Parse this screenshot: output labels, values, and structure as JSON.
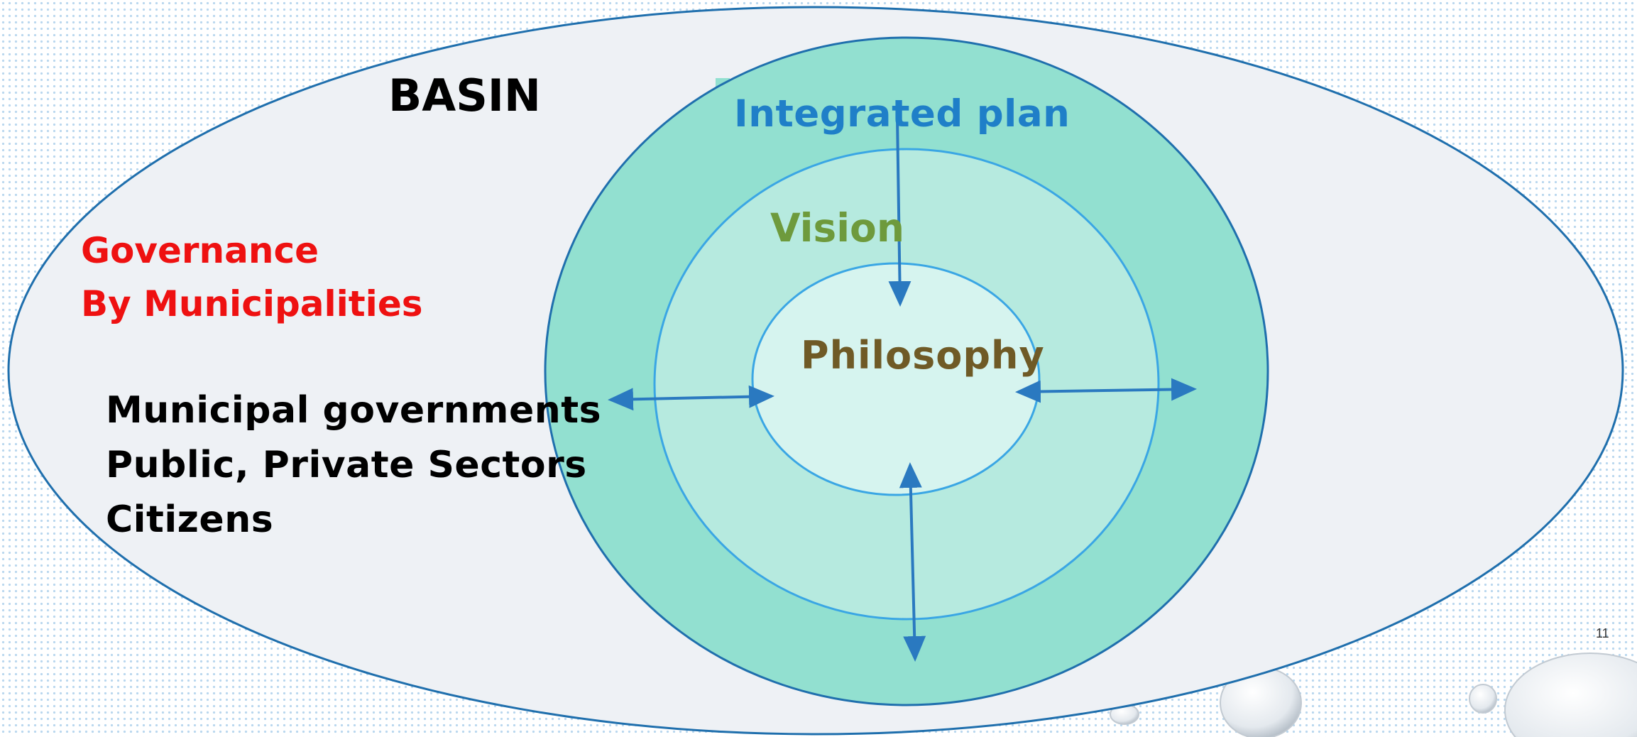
{
  "diagram": {
    "outer_ellipse": {
      "title": "BASIN",
      "governance": [
        "Governance",
        "By Municipalities"
      ],
      "stakeholders": [
        "Municipal governments",
        "Public, Private Sectors",
        "Citizens"
      ]
    },
    "rings": {
      "outer": "Integrated plan",
      "middle": "Vision",
      "inner": "Philosophy"
    },
    "arrow_style": "double-headed",
    "colors": {
      "basin_fill": "#eef1f5",
      "outline": "#1f6fad",
      "ring_outer_fill": "#92e0d0",
      "ring_middle_fill": "#b6eadf",
      "ring_inner_fill": "#d6f4ef",
      "ring_border": "#3aa6e4",
      "arrow": "#2a79c0",
      "governance_text": "#ee1111",
      "plan_text": "#1f7fc8",
      "vision_text": "#6e9a3c",
      "philosophy_text": "#6f5a26"
    }
  },
  "slide_number": "11"
}
